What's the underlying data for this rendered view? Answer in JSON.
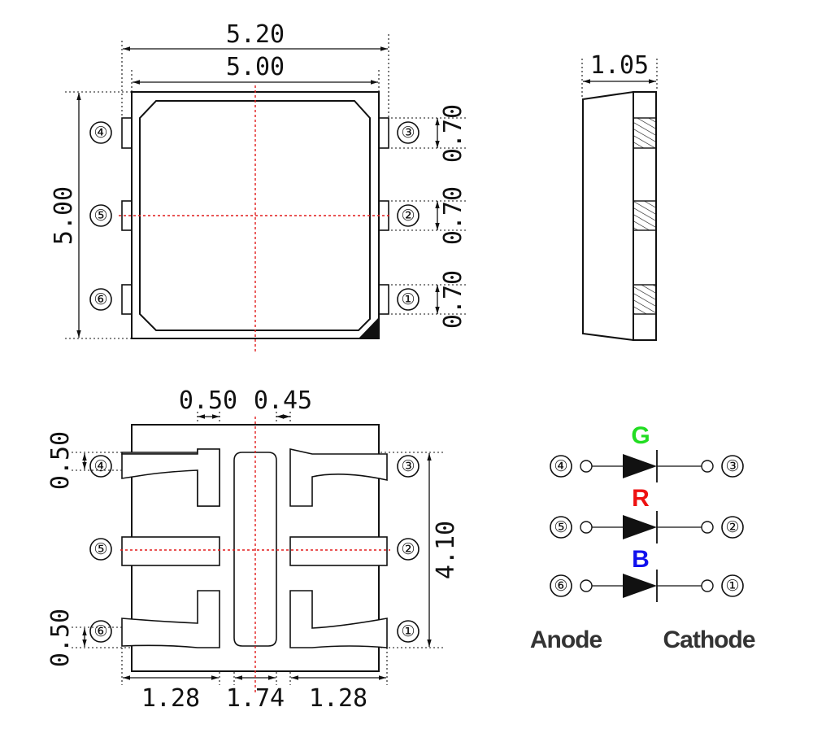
{
  "top_view": {
    "dim_width_outer": "5.20",
    "dim_width_body": "5.00",
    "dim_height": "5.00",
    "dim_pitch_1": "0.70",
    "dim_pitch_2": "0.70",
    "dim_pitch_3": "0.70",
    "pins_left": [
      "④",
      "⑤",
      "⑥"
    ],
    "pins_right": [
      "③",
      "②",
      "①"
    ]
  },
  "side_view": {
    "dim_thickness": "1.05"
  },
  "bottom_view": {
    "dim_gap_left": "0.50",
    "dim_gap_center": "0.45",
    "dim_pad_h_top": "0.50",
    "dim_pad_h_bottom": "0.50",
    "dim_span": "4.10",
    "dim_left": "1.28",
    "dim_center": "1.74",
    "dim_right": "1.28",
    "pins_left": [
      "④",
      "⑤",
      "⑥"
    ],
    "pins_right": [
      "③",
      "②",
      "①"
    ]
  },
  "circuit": {
    "channels": [
      {
        "color_label": "G",
        "color": "#22dd22",
        "anode": "④",
        "cathode": "③"
      },
      {
        "color_label": "R",
        "color": "#ee1111",
        "anode": "⑤",
        "cathode": "②"
      },
      {
        "color_label": "B",
        "color": "#1111ee",
        "anode": "⑥",
        "cathode": "①"
      }
    ],
    "anode_label": "Anode",
    "cathode_label": "Cathode"
  }
}
